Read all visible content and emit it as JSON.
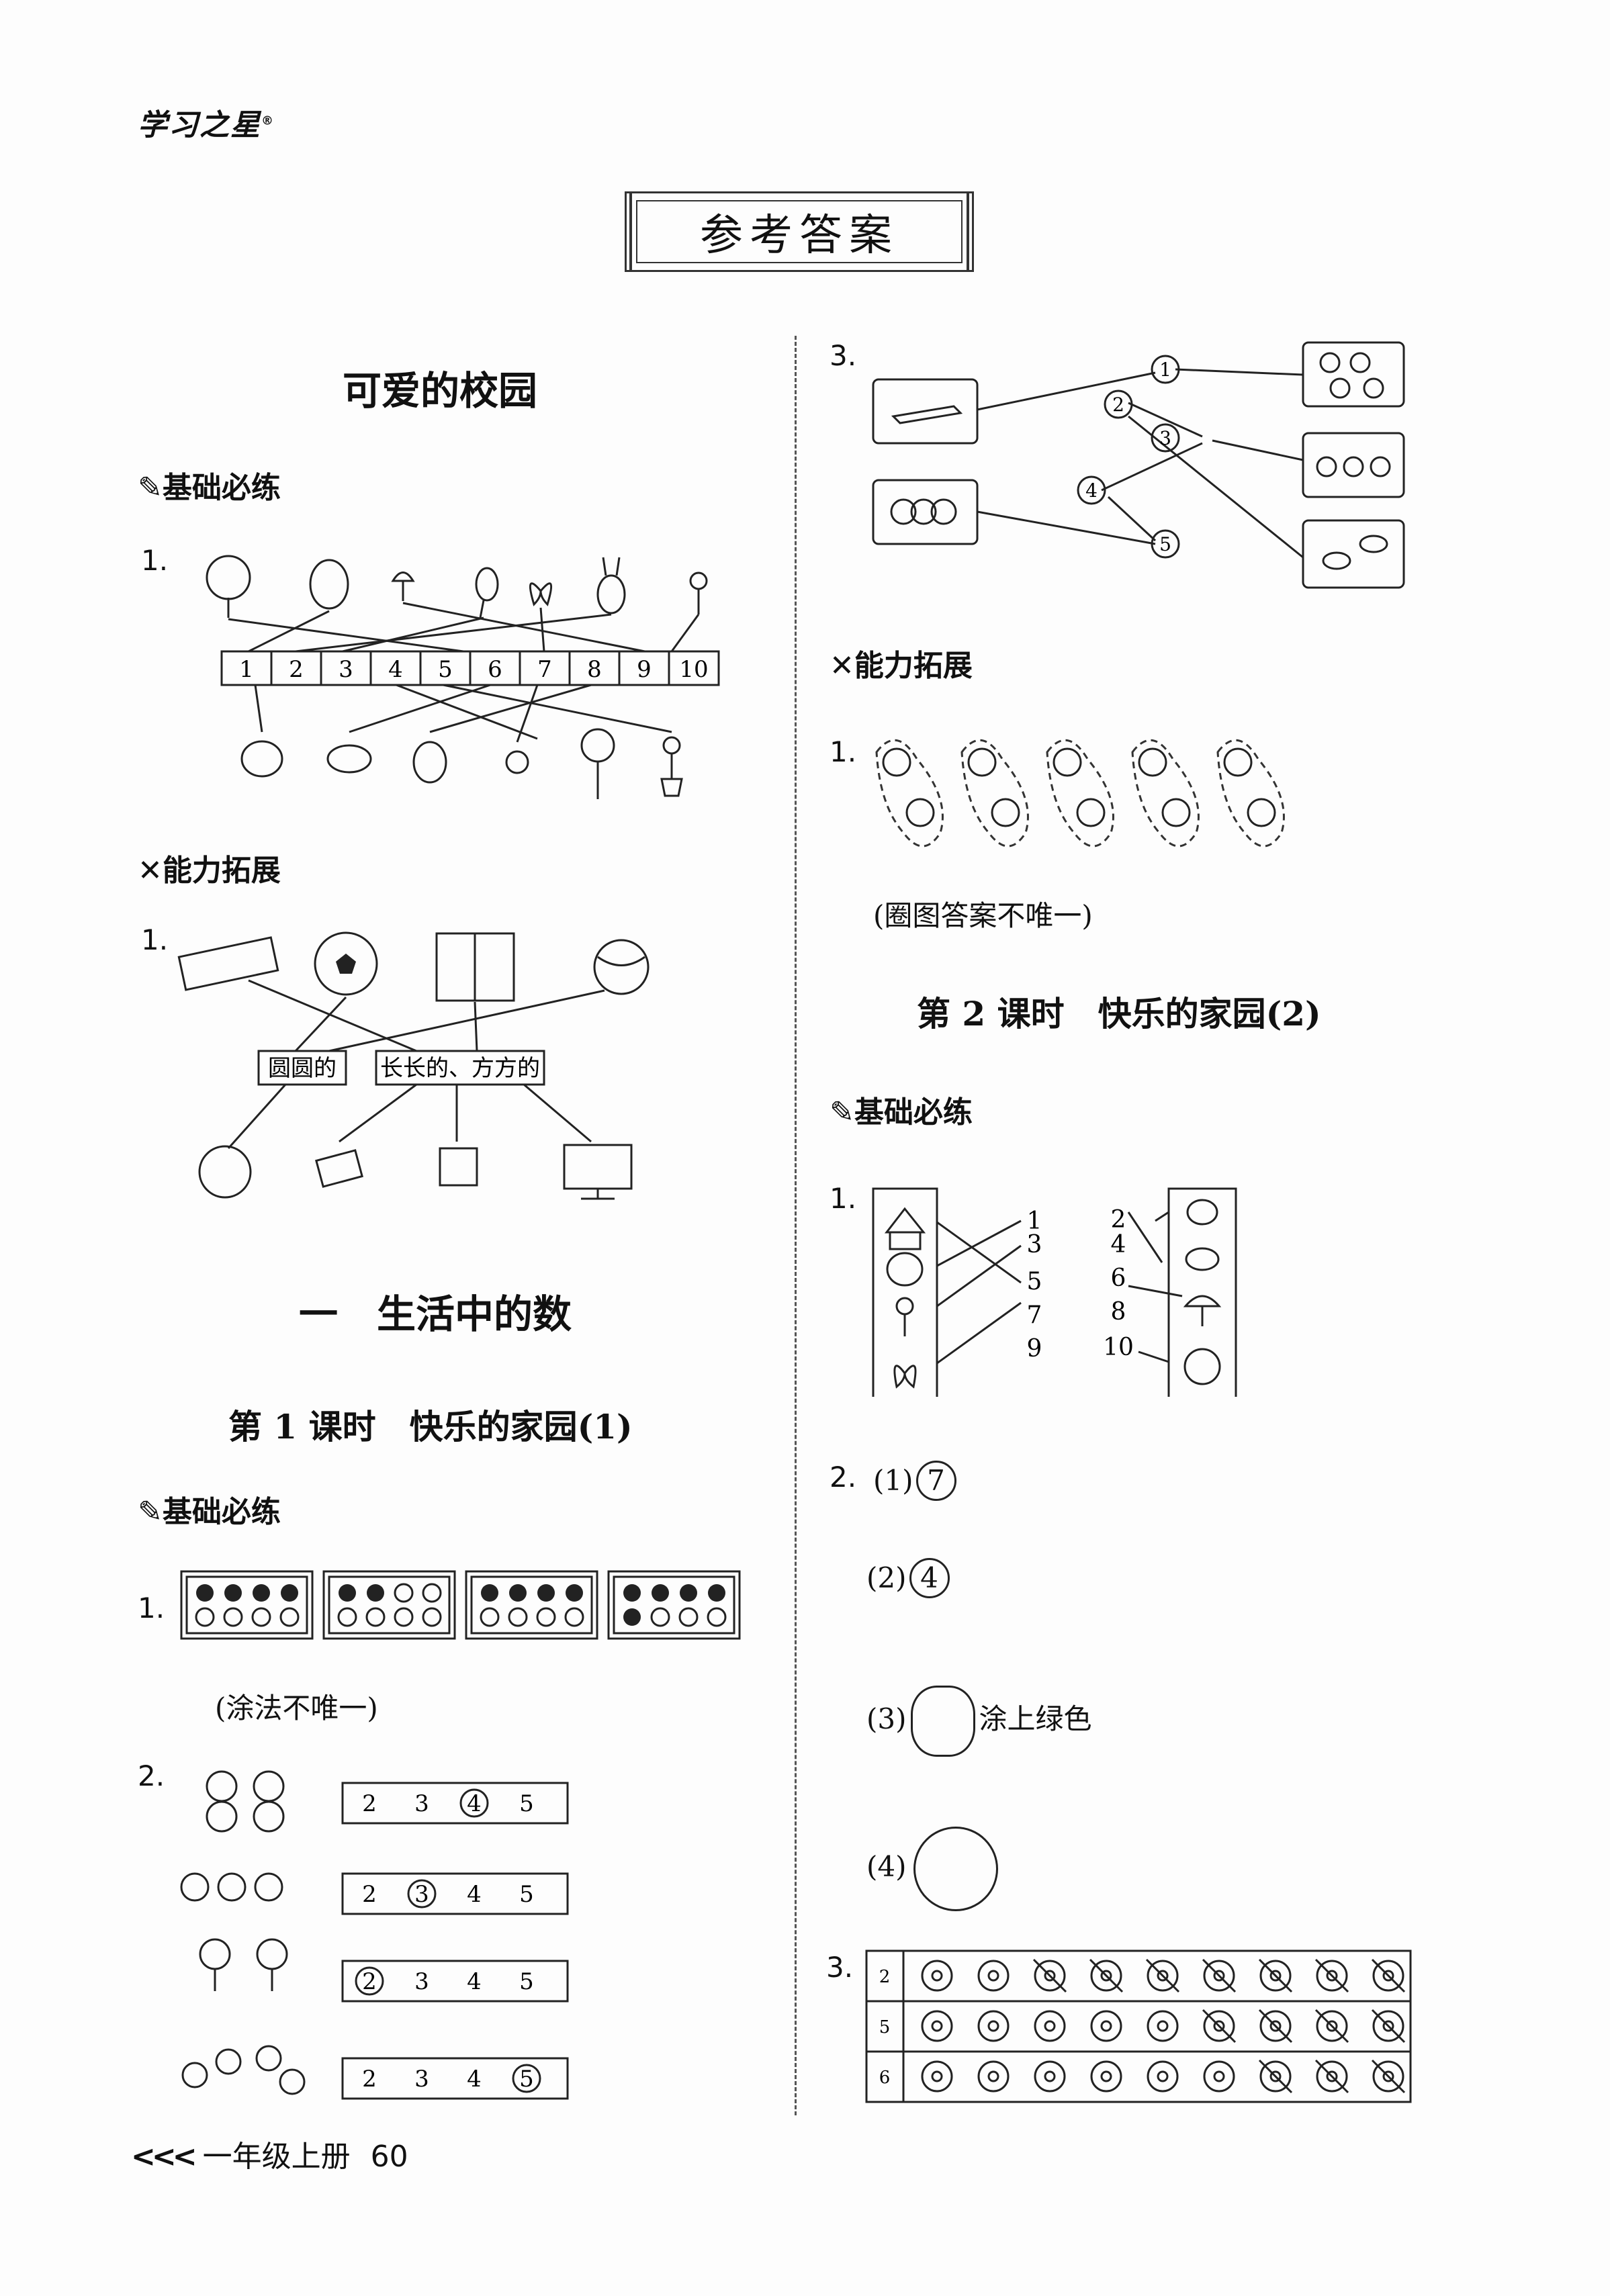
{
  "brand": "学习之星",
  "brand_mark": "®",
  "page_title": "参考答案",
  "left": {
    "section1": "可爱的校园",
    "jichu": "基础必练",
    "nengli": "能力拓展",
    "q1": "1.",
    "numbers": [
      "1",
      "2",
      "3",
      "4",
      "5",
      "6",
      "7",
      "8",
      "9",
      "10"
    ],
    "nl_q1": "1.",
    "label_round": "圆圆的",
    "label_long": "长长的、方方的",
    "section2": "一　生活中的数",
    "lesson1": "第 1 课时　快乐的家园(1)",
    "jichu2": "基础必练",
    "l1_q1": "1.",
    "l1_note": "(涂法不唯一)",
    "l1_q2": "2.",
    "q2_rows": [
      [
        "2",
        "3",
        "4",
        "5"
      ],
      [
        "2",
        "3",
        "4",
        "5"
      ],
      [
        "2",
        "3",
        "4",
        "5"
      ],
      [
        "2",
        "3",
        "4",
        "5"
      ]
    ]
  },
  "right": {
    "q3": "3.",
    "circle_nums": [
      "1",
      "2",
      "3",
      "4",
      "5"
    ],
    "nengli": "能力拓展",
    "nl_q1": "1.",
    "nl_note": "(圈图答案不唯一)",
    "lesson2": "第 2 课时　快乐的家园(2)",
    "jichu": "基础必练",
    "b_q1": "1.",
    "left_nums": [
      "1",
      "3",
      "5",
      "7",
      "9"
    ],
    "right_nums": [
      "2",
      "4",
      "6",
      "8",
      "10"
    ],
    "b_q2": "2.",
    "p1": "(1)",
    "p1_ans": "7",
    "p2": "(2)",
    "p2_ans": "4",
    "p3": "(3)",
    "p3_text": "涂上绿色",
    "p4": "(4)",
    "b_q3": "3.",
    "table_rows": [
      "2",
      "5",
      "6"
    ]
  },
  "footer": {
    "chevrons": "<<<",
    "grade": "一年级上册",
    "page": "60"
  }
}
